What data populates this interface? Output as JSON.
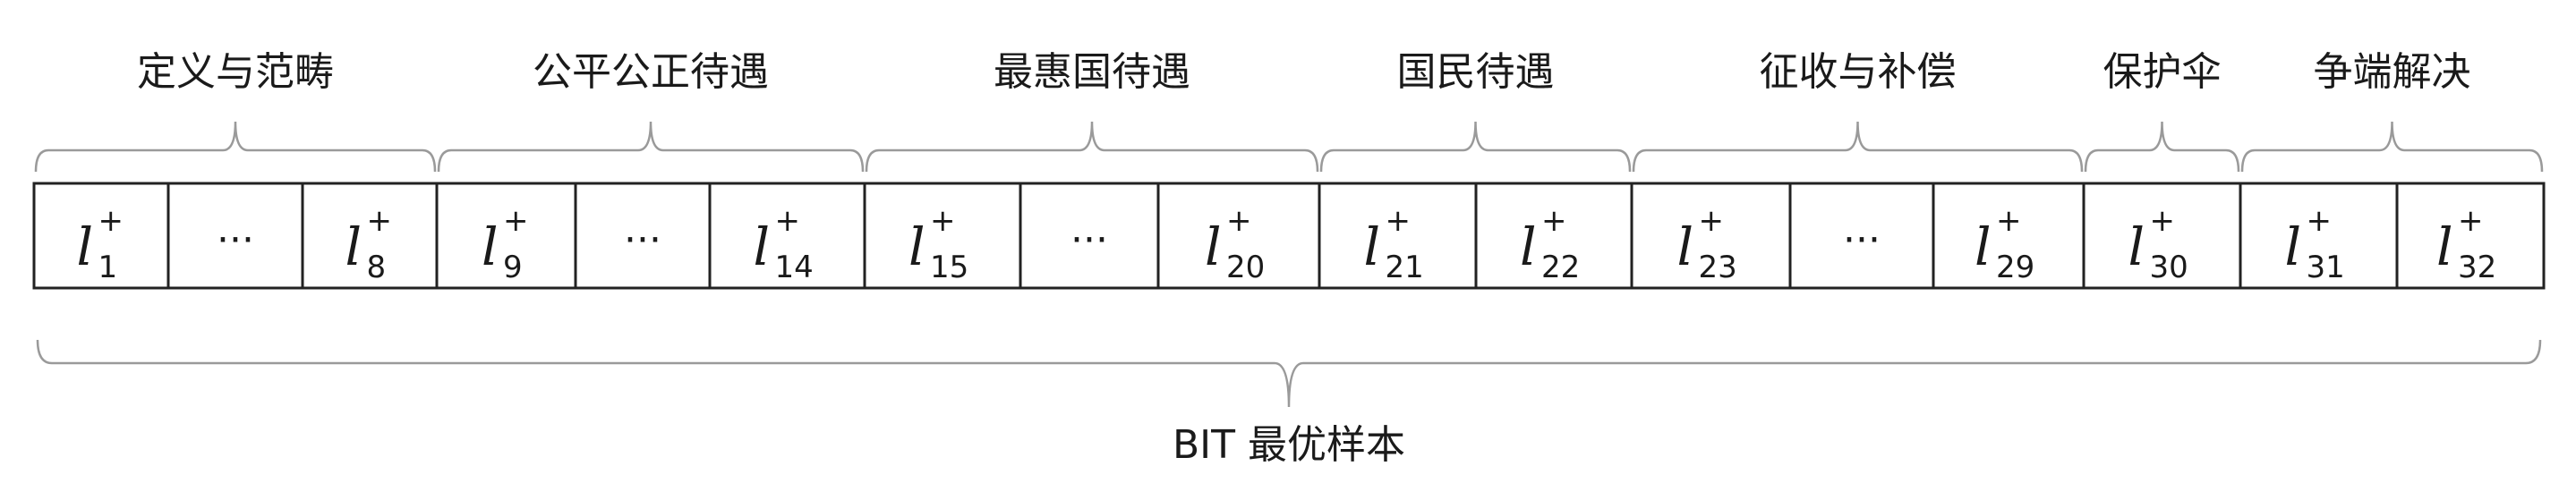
{
  "groups": [
    {
      "label": "定义与范畴"
    },
    {
      "label": "公平公正待遇"
    },
    {
      "label": "最惠国待遇"
    },
    {
      "label": "国民待遇"
    },
    {
      "label": "征收与补偿"
    },
    {
      "label": "保护伞"
    },
    {
      "label": "争端解决"
    }
  ],
  "cells": [
    {
      "base": "l",
      "sup": "+",
      "sub": "1"
    },
    {
      "dots": "···"
    },
    {
      "base": "l",
      "sup": "+",
      "sub": "8"
    },
    {
      "base": "l",
      "sup": "+",
      "sub": "9"
    },
    {
      "dots": "···"
    },
    {
      "base": "l",
      "sup": "+",
      "sub": "14"
    },
    {
      "base": "l",
      "sup": "+",
      "sub": "15"
    },
    {
      "dots": "···"
    },
    {
      "base": "l",
      "sup": "+",
      "sub": "20"
    },
    {
      "base": "l",
      "sup": "+",
      "sub": "21"
    },
    {
      "base": "l",
      "sup": "+",
      "sub": "22"
    },
    {
      "base": "l",
      "sup": "+",
      "sub": "23"
    },
    {
      "dots": "···"
    },
    {
      "base": "l",
      "sup": "+",
      "sub": "29"
    },
    {
      "base": "l",
      "sup": "+",
      "sub": "30"
    },
    {
      "base": "l",
      "sup": "+",
      "sub": "31"
    },
    {
      "base": "l",
      "sup": "+",
      "sub": "32"
    }
  ],
  "bottom_label": "BIT 最优样本",
  "colors": {
    "text": "#1a1a1a",
    "brace": "#9a9a9a",
    "box_border": "#222222"
  }
}
